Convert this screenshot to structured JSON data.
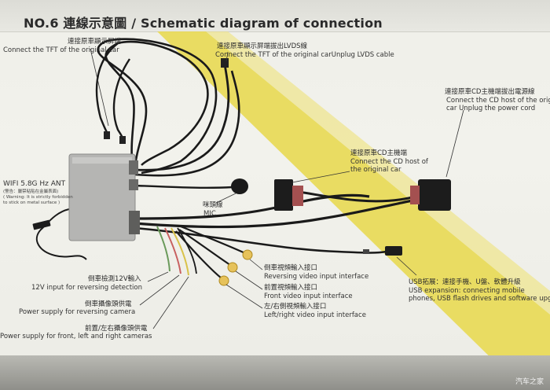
{
  "title": "NO.6 連線示意圖 / Schematic diagram of connection",
  "watermark": "汽车之家",
  "labels": {
    "tft_zh": "連接原車顯示屏端",
    "tft_en": "Connect the TFT of the original car",
    "lvds_zh": "連接原車顯示屏端拔出LVDS線",
    "lvds_en": "Connect the TFT of the original carUnplug LVDS cable",
    "cdpower_zh": "連接原車CD主機端拔出電源線",
    "cdpower_en1": "Connect the CD host of the orig",
    "cdpower_en2": "car Unplug the power cord",
    "cdhost_zh": "連接原車CD主機端",
    "cdhost_en1": "Connect the CD host of",
    "cdhost_en2": "the original car",
    "wifi": "WIFI 5.8G Hz ANT",
    "wifi_warn1": "(警告：嚴禁粘貼在金屬表面)",
    "wifi_warn2": "( Warning: It is strictly forbidden",
    "wifi_warn3": "to stick on metal surface )",
    "mic_zh": "咪頭線",
    "mic_en": "MIC",
    "rev_detect_zh": "倒車檢測12V輸入",
    "rev_detect_en": "12V input for reversing detection",
    "rev_cam_power_zh": "倒車攝像頭供電",
    "rev_cam_power_en": "Power supply for reversing camera",
    "front_cam_power_zh": "前置/左右攝像頭供電",
    "front_cam_power_en": "Power supply for front, left and right cameras",
    "rev_video_zh": "倒車視頻輸入接口",
    "rev_video_en": "Reversing video input interface",
    "front_video_zh": "前置視頻輸入接口",
    "front_video_en": "Front video input interface",
    "lr_video_zh": "左/右側視頻輸入接口",
    "lr_video_en": "Left/right video input interface",
    "usb_zh": "USB拓展：連接手機、U盤、軟體升級",
    "usb_en1": "USB expansion: connecting mobile",
    "usb_en2": "phones, USB flash drives and software upg"
  },
  "colors": {
    "accent_stripe": "#e8d84a",
    "cable": "#1a1a1a",
    "module_body": "#b5b5b3",
    "rca_yellow": "#e6c25a",
    "wire_red": "#c86060",
    "wire_green": "#6a9a5a",
    "wire_yellow": "#d9c24a"
  }
}
